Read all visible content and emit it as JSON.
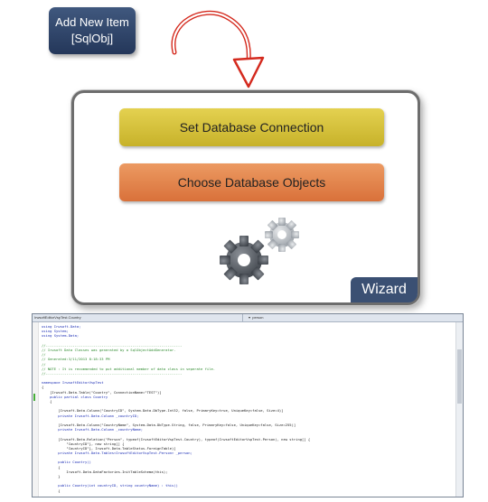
{
  "add_item": {
    "line1": "Add New Item",
    "line2": "[SqlObj]"
  },
  "wizard": {
    "set_db_label": "Set Database Connection",
    "choose_objects_label": "Choose Database Objects",
    "title": "Wizard"
  },
  "code_window": {
    "tab_left": "IrwsoftEditorVspTest.Country",
    "tab_right": "▾  person",
    "lines": [
      "using Irwsoft.Data;",
      "using System;",
      "using System.Data;",
      "",
      "//------------------------------------------------------------------",
      "// Irwsoft Data Classes was generated by a SqlObjectAddGenerator.",
      "//",
      "// Generated:3/11/2013 8:18:33 PM",
      "//",
      "// NOTE : It is recommended to put additional member of data class in seperate file.",
      "//------------------------------------------------------------------",
      "",
      "namespace IrwsoftEditorVspTest",
      "{",
      "    [Irwsoft.Data.Table(\"Country\", ConnectionName=\"TEST\")]",
      "    public partial class Country",
      "    {",
      "",
      "        [Irwsoft.Data.Column(\"CountryID\", System.Data.DbType.Int32, false, PrimaryKey=true, UniqueKey=false, Size=4)]",
      "        private Irwsoft.Data.Column _countryID;",
      "",
      "        [Irwsoft.Data.Column(\"CountryName\", System.Data.DbType.String, false, PrimaryKey=false, UniqueKey=false, Size=255)]",
      "        private Irwsoft.Data.Column _countryName;",
      "",
      "        [Irwsoft.Data.Relation(\"Person\", typeof(IrwsoftEditorVspTest.Country), typeof(IrwsoftEditorVspTest.Person), new string[] {",
      "            \"CountryID\"}, new string[] {",
      "            \"CountryID\"}, Irwsoft.Data.TableStatus.ForeignTable)]",
      "        private Irwsoft.Data.Tables<IrwsoftEditorVspTest.Person> _person;",
      "",
      "        public Country()",
      "        {",
      "            Irwsoft.Data.DataFactories.InitTableSchema(this);",
      "        }",
      "",
      "        public Country(int countryID, string countryName) : this()",
      "        {"
    ]
  }
}
